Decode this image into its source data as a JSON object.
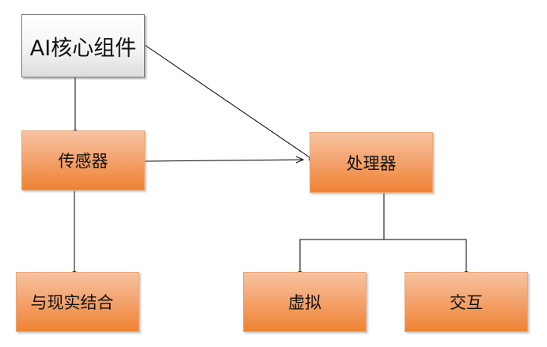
{
  "diagram": {
    "nodes": {
      "core": {
        "label": "AI核心组件"
      },
      "sensor": {
        "label": "传感器"
      },
      "processor": {
        "label": "处理器"
      },
      "ar": {
        "label": "与现实结合"
      },
      "virtual": {
        "label": "虚拟"
      },
      "interaction": {
        "label": "交互"
      }
    },
    "colors": {
      "node_fill": "#f4a571",
      "node_fill_dark": "#ef8232",
      "core_fill": "#f4f4f4",
      "line": "#000000",
      "connector_dot": "#1010c8"
    },
    "edges": [
      {
        "from": "core",
        "to": "sensor"
      },
      {
        "from": "core",
        "to": "processor"
      },
      {
        "from": "sensor",
        "to": "processor",
        "arrow": true
      },
      {
        "from": "sensor",
        "to": "ar"
      },
      {
        "from": "processor",
        "to": "virtual"
      },
      {
        "from": "processor",
        "to": "interaction"
      }
    ]
  }
}
